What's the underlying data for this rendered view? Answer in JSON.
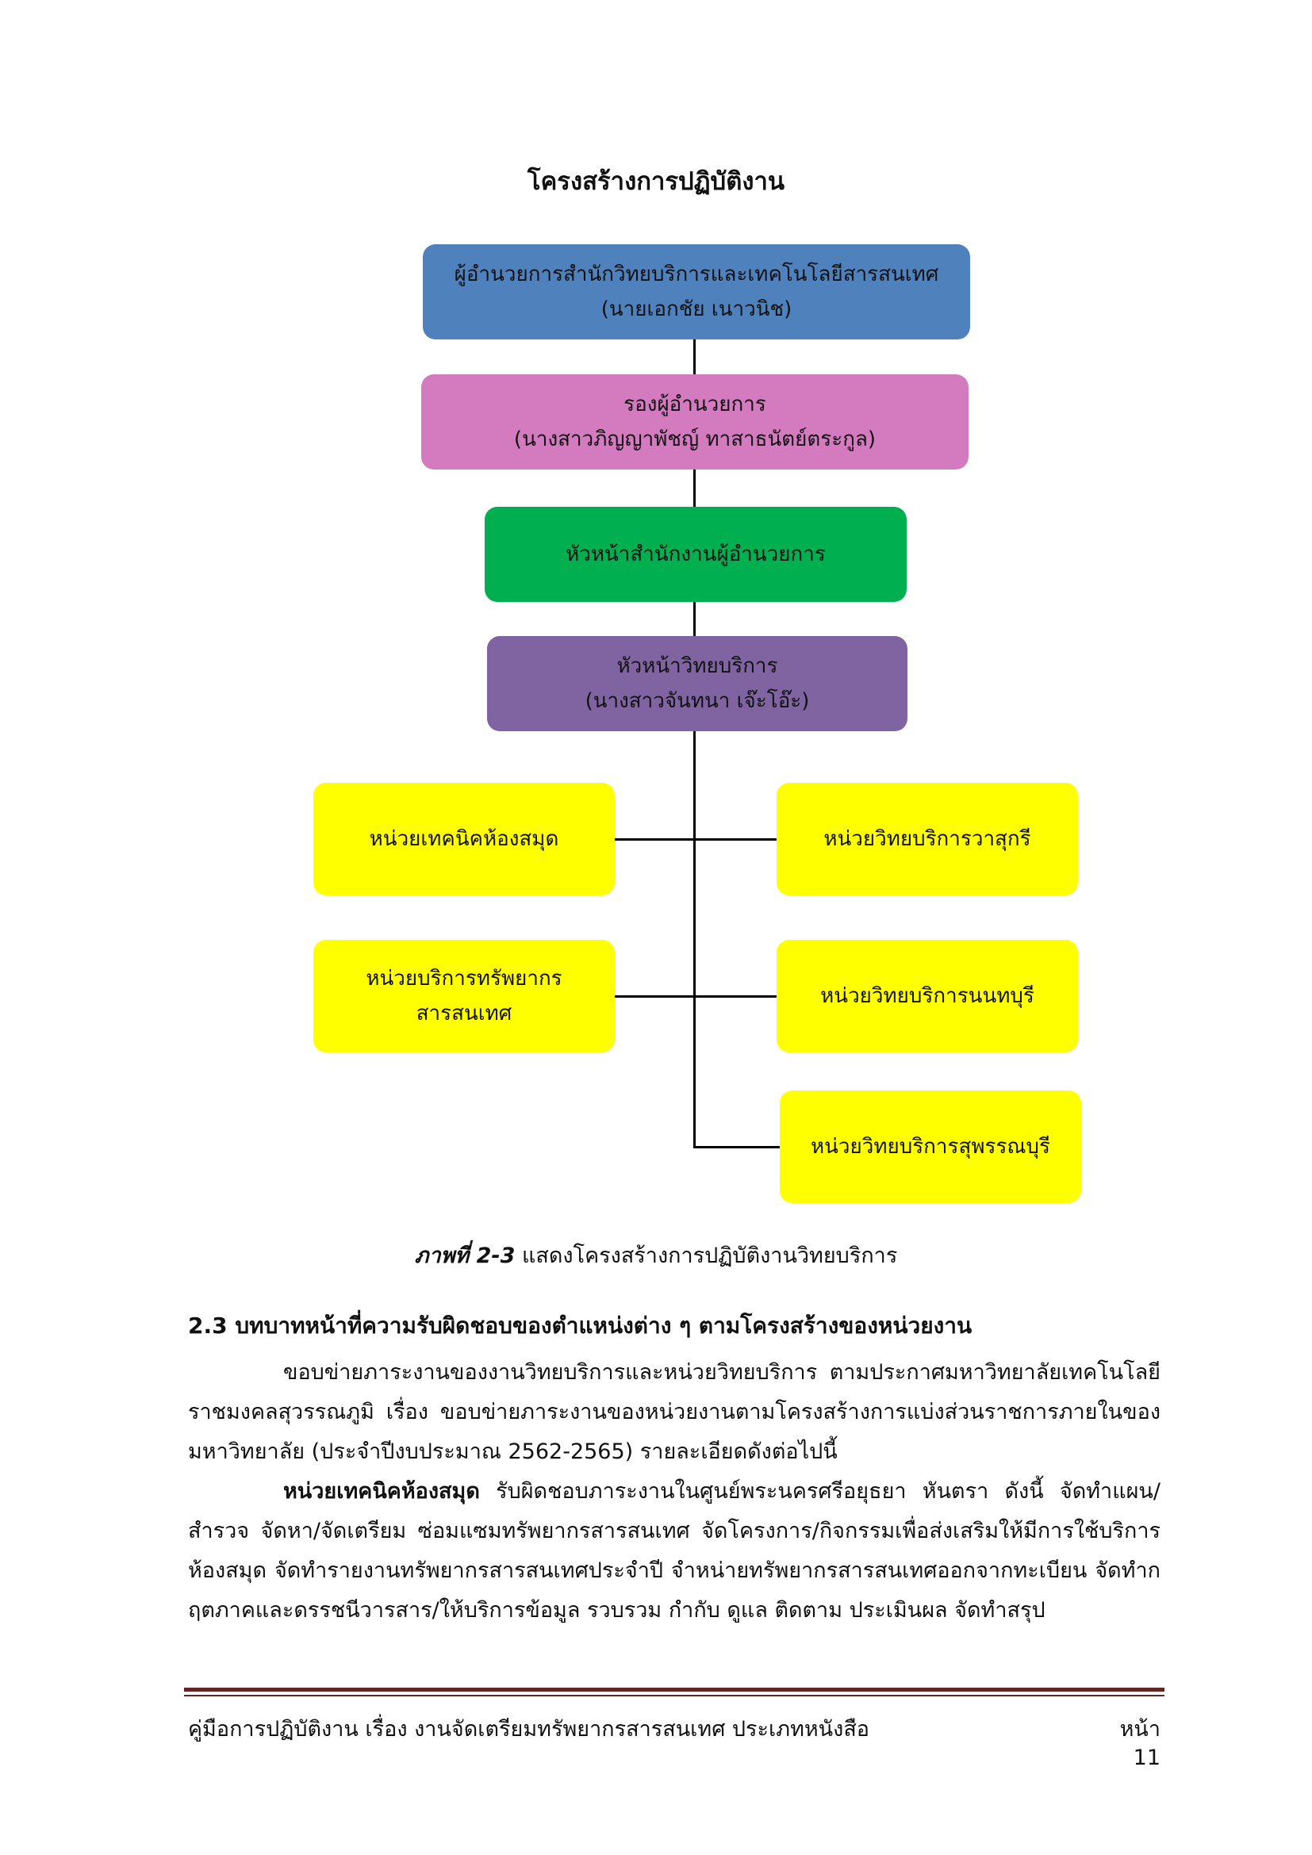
{
  "title": "โครงสร้างการปฏิบัติงาน",
  "org": {
    "director": {
      "title": "ผู้อำนวยการสำนักวิทยบริการและเทคโนโลยีสารสนเทศ",
      "name": "(นายเอกชัย เนาวนิช)",
      "color": "#4f81bd"
    },
    "deputy": {
      "title": "รองผู้อำนวยการ",
      "name": "(นางสาวภิญญาพัชญ์ ทาสาธนัตย์ตระกูล)",
      "color": "#d47bc0"
    },
    "office_head": {
      "title": "หัวหน้าสำนักงานผู้อำนวยการ",
      "color": "#00b050"
    },
    "service_head": {
      "title": "หัวหน้าวิทยบริการ",
      "name": "(นางสาวจันทนา เจ๊ะโอ๊ะ)",
      "color": "#8064a2"
    },
    "units_left": [
      {
        "line1": "หน่วยเทคนิคห้องสมุด",
        "line2": ""
      },
      {
        "line1": "หน่วยบริการทรัพยากร",
        "line2": "สารสนเทศ"
      }
    ],
    "units_right": [
      {
        "label": "หน่วยวิทยบริการวาสุกรี"
      },
      {
        "label": "หน่วยวิทยบริการนนทบุรี"
      },
      {
        "label": "หน่วยวิทยบริการสุพรรณบุรี"
      }
    ],
    "unit_color": "#ffff00"
  },
  "caption": {
    "label": "ภาพที่ 2-3",
    "text": " แสดงโครงสร้างการปฏิบัติงานวิทยบริการ"
  },
  "section": {
    "heading": "2.3 บทบาทหน้าที่ความรับผิดชอบของตำแหน่งต่าง ๆ ตามโครงสร้างของหน่วยงาน",
    "para1": "ขอบข่ายภาระงานของงานวิทยบริการและหน่วยวิทยบริการ ตามประกาศมหาวิทยาลัยเทคโนโลยีราชมงคลสุวรรณภูมิ เรื่อง ขอบข่ายภาระงานของหน่วยงานตามโครงสร้างการแบ่งส่วนราชการภายในของมหาวิทยาลัย (ประจำปีงบประมาณ 2562-2565) รายละเอียดดังต่อไปนี้",
    "para2_bold": "หน่วยเทคนิคห้องสมุด",
    "para2": " รับผิดชอบภาระงานในศูนย์พระนครศรีอยุธยา หันตรา ดังนี้ จัดทำแผน/สำรวจ จัดหา/จัดเตรียม ซ่อมแซมทรัพยากรสารสนเทศ จัดโครงการ/กิจกรรมเพื่อส่งเสริมให้มีการใช้บริการห้องสมุด จัดทำรายงานทรัพยากรสารสนเทศประจำปี จำหน่ายทรัพยากรสารสนเทศออกจากทะเบียน จัดทำกฤตภาคและดรรชนีวารสาร/ให้บริการข้อมูล รวบรวม กำกับ ดูแล ติดตาม ประเมินผล จัดทำสรุป"
  },
  "footer": {
    "text": "คู่มือการปฏิบัติงาน เรื่อง งานจัดเตรียมทรัพยากรสารสนเทศ ประเภทหนังสือ",
    "page": "หน้า 11"
  }
}
